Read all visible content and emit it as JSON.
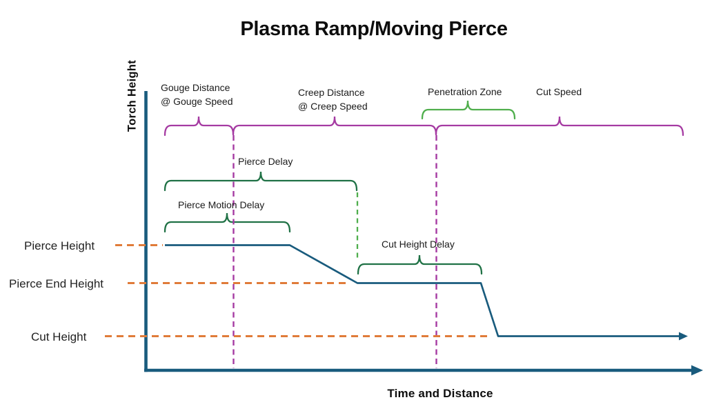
{
  "title": "Plasma Ramp/Moving Pierce",
  "axes": {
    "y_label": "Torch Height",
    "x_label": "Time and Distance"
  },
  "phase_bar": {
    "gouge_line1": "Gouge Distance",
    "gouge_line2": "@ Gouge Speed",
    "creep_line1": "Creep Distance",
    "creep_line2": "@ Creep Speed",
    "penetration": "Penetration Zone",
    "cut_speed": "Cut Speed"
  },
  "delays": {
    "pierce_delay": "Pierce Delay",
    "pierce_motion_delay": "Pierce Motion Delay",
    "cut_height_delay": "Cut Height Delay"
  },
  "heights": {
    "pierce": "Pierce Height",
    "pierce_end": "Pierce End Height",
    "cut": "Cut Height"
  },
  "colors": {
    "axis_and_trace": "#195B7D",
    "phase_bracket_purple": "#A53AA2",
    "delay_bracket_dark_green": "#1F7145",
    "penetration_bracket_green": "#4FAE4C",
    "height_reference_orange": "#E07B39",
    "text": "#1A1A1A"
  }
}
